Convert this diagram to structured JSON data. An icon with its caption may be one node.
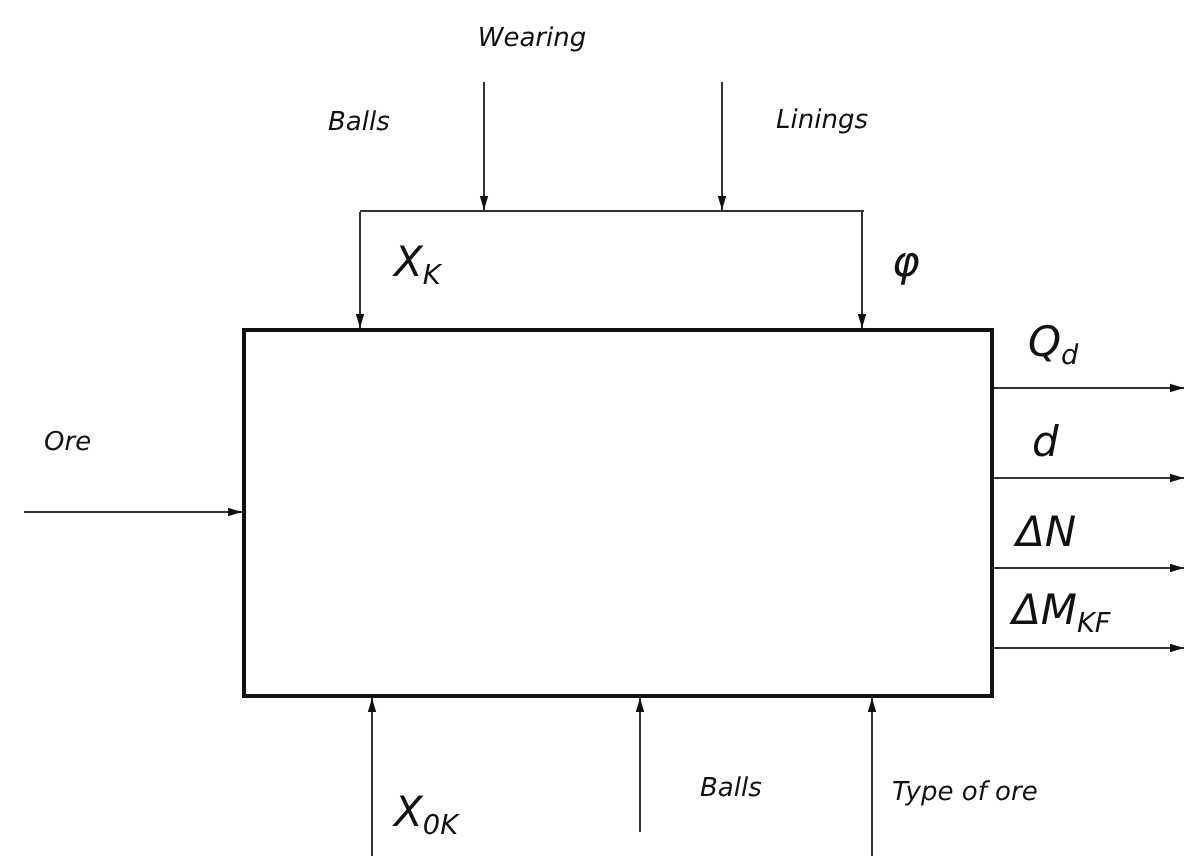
{
  "diagram": {
    "nodes": [
      {
        "text": [],
        "shape": "box"
      },
      {
        "text": [],
        "shape": "bar"
      }
    ],
    "edges": [
      {
        "from": null,
        "to": 0,
        "arrow": "to"
      },
      {
        "from": null,
        "to": 1,
        "arrow": "to"
      },
      {
        "from": null,
        "to": 1,
        "arrow": "to"
      },
      {
        "from": 1,
        "to": 0,
        "arrow": "to"
      },
      {
        "from": 1,
        "to": 0,
        "arrow": "to"
      },
      {
        "from": 0,
        "to": null,
        "arrow": "to"
      },
      {
        "from": 0,
        "to": null,
        "arrow": "to"
      },
      {
        "from": 0,
        "to": null,
        "arrow": "to"
      },
      {
        "from": 0,
        "to": null,
        "arrow": "to"
      },
      {
        "from": null,
        "to": 0,
        "arrow": "to"
      },
      {
        "from": null,
        "to": 0,
        "arrow": "to"
      },
      {
        "from": null,
        "to": 0,
        "arrow": "to"
      }
    ],
    "labels": [
      "Wearing",
      "Balls",
      "Linings",
      "X$_{K}$",
      "φ",
      "Ore",
      "Q$_{d}$",
      "d",
      "ΔN",
      "ΔM$_{KF}$",
      "X$_{0K}$",
      "Balls",
      "Type of ore"
    ]
  }
}
